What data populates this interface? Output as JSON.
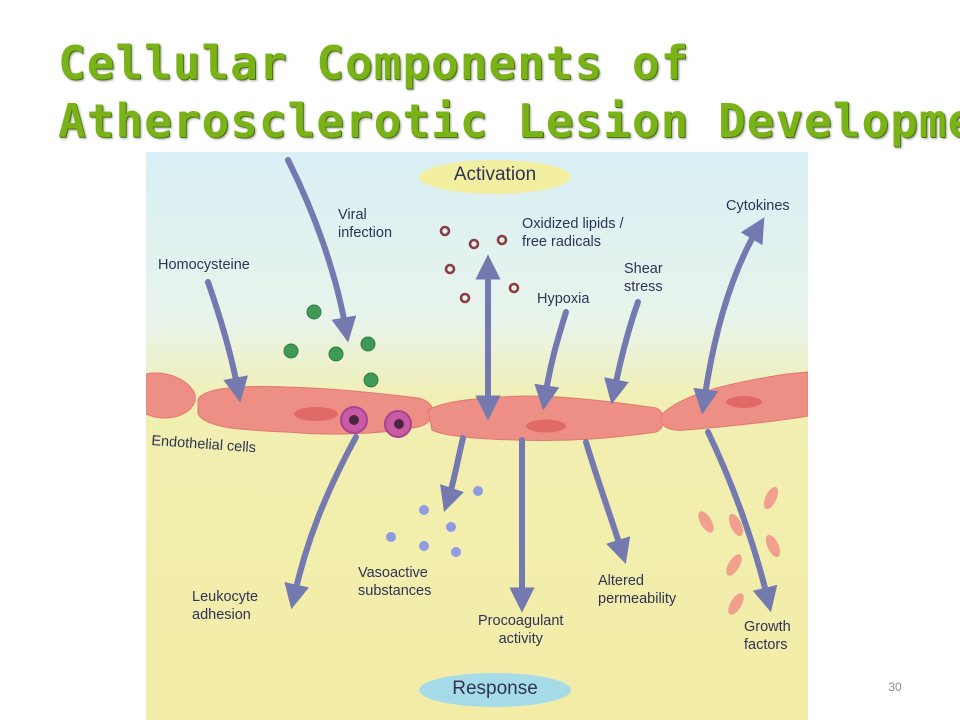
{
  "slide": {
    "title_line1": "Cellular Components of",
    "title_line2": "Atherosclerotic Lesion Development",
    "page_number": "30"
  },
  "diagram": {
    "top_pill": "Activation",
    "bottom_pill": "Response",
    "labels": {
      "viral_infection_1": "Viral",
      "viral_infection_2": "infection",
      "homocysteine": "Homocysteine",
      "oxidized_lipids_1": "Oxidized lipids /",
      "oxidized_lipids_2": "free radicals",
      "cytokines": "Cytokines",
      "shear_stress_1": "Shear",
      "shear_stress_2": "stress",
      "hypoxia": "Hypoxia",
      "endothelial_cells": "Endothelial cells",
      "leukocyte_adhesion_1": "Leukocyte",
      "leukocyte_adhesion_2": "adhesion",
      "vasoactive_substances_1": "Vasoactive",
      "vasoactive_substances_2": "substances",
      "procoagulant_activity_1": "Procoagulant",
      "procoagulant_activity_2": "activity",
      "altered_permeability_1": "Altered",
      "altered_permeability_2": "permeability",
      "growth_factors_1": "Growth",
      "growth_factors_2": "factors"
    },
    "colors": {
      "title_green": "#7ab317",
      "arrow": "#7479b0",
      "cell": "#ee8f86",
      "lumen_top": "#ddf0f5",
      "tissue": "#f2eca8",
      "activation_pill": "#f2f0a0",
      "response_pill": "#a6dce8"
    }
  }
}
